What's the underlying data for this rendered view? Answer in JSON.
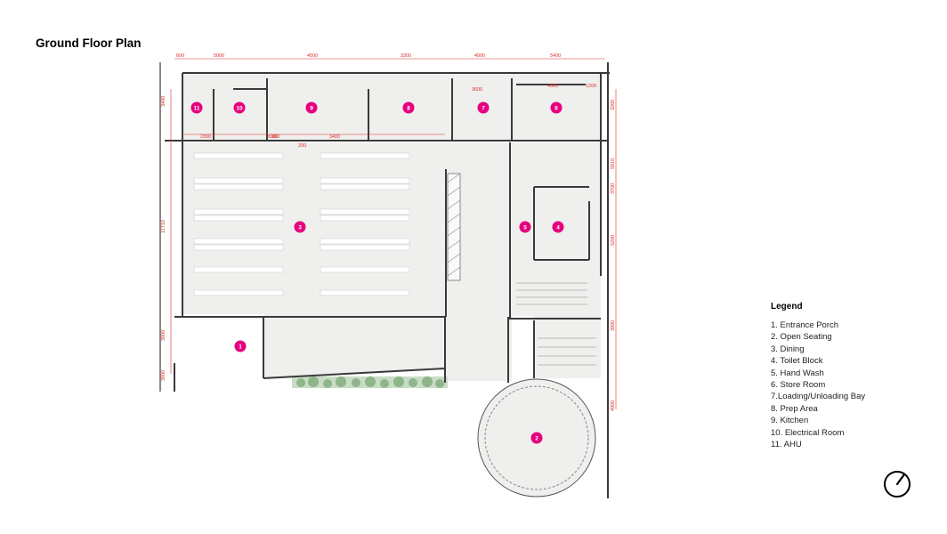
{
  "title": "Ground Floor Plan",
  "colors": {
    "room_marker": "#e6007e",
    "dimension": "#e0302a",
    "wall": "#3a3a3a",
    "floor": "#f0f0ee",
    "landscape": "#8fb58a"
  },
  "rooms": [
    {
      "num": "1",
      "name": "Entrance Porch"
    },
    {
      "num": "2",
      "name": "Open Seating"
    },
    {
      "num": "3",
      "name": "Dining"
    },
    {
      "num": "4",
      "name": "Toilet Block"
    },
    {
      "num": "5",
      "name": "Hand Wash"
    },
    {
      "num": "6",
      "name": "Store Room"
    },
    {
      "num": "7",
      "name": "Loading/Unloading Bay"
    },
    {
      "num": "8",
      "name": "Prep Area"
    },
    {
      "num": "9",
      "name": "Kitchen"
    },
    {
      "num": "10",
      "name": "Electrical Room"
    },
    {
      "num": "11",
      "name": "AHU"
    }
  ],
  "legend": {
    "title": "Legend",
    "items": [
      "1. Entrance Porch",
      "2. Open Seating",
      "3. Dining",
      "4. Toilet Block",
      "5. Hand Wash",
      "6. Store Room",
      "7.Loading/Unloading Bay",
      "8. Prep Area",
      "9. Kitchen",
      "10. Electrical Room",
      "11. AHU"
    ]
  },
  "dimensions": {
    "top": [
      "600",
      "5000",
      "4500",
      "3300",
      "4000",
      "5400"
    ],
    "inner": [
      "2300",
      "3000",
      "3400",
      "3600",
      "4600",
      "1200",
      "200",
      "900"
    ],
    "left": [
      "3400",
      "11710",
      "3900",
      "3900"
    ],
    "right": [
      "3200",
      "5810",
      "3700",
      "5200",
      "3900",
      "4900"
    ]
  },
  "north_icon": "north-arrow-icon"
}
